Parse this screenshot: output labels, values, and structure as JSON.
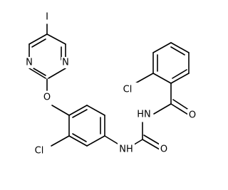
{
  "molecule": {
    "atoms": {
      "iodine": "I",
      "pyrimidine_n_top": "N",
      "pyrimidine_n_bottom": "N",
      "ether_oxygen": "O",
      "chlorine_anilide": "Cl",
      "nh_amide": "NH",
      "urea_oxygen": "O",
      "nh_imide": "HN",
      "carbonyl_oxygen": "O",
      "chlorine_benzoyl": "Cl"
    }
  }
}
